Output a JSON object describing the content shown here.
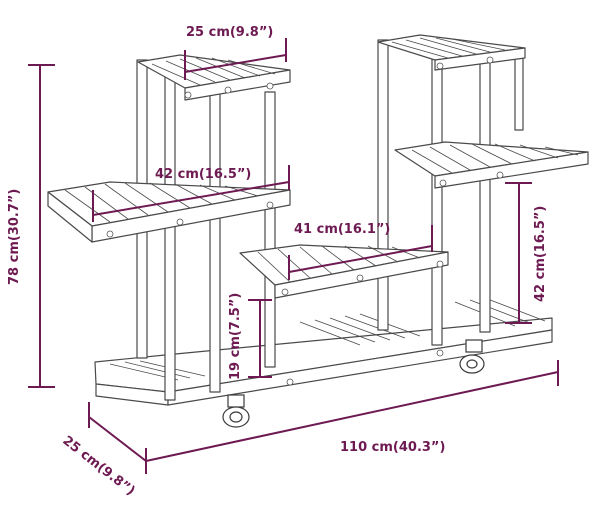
{
  "colors": {
    "dimension": "#6e1a52",
    "outline": "#4a4a4a",
    "wheel": "#3a3a3a"
  },
  "dimensions": {
    "top_shelf_width": "25 cm(9.8”)",
    "left_shelf_width": "42 cm(16.5”)",
    "middle_shelf_width": "41 cm(16.1”)",
    "right_shelf_height": "42 cm(16.5”)",
    "bottom_shelf_height": "19 cm(7.5”)",
    "total_height": "78 cm(30.7”)",
    "depth": "25 cm(9.8”)",
    "total_width": "110 cm(40.3”)"
  }
}
